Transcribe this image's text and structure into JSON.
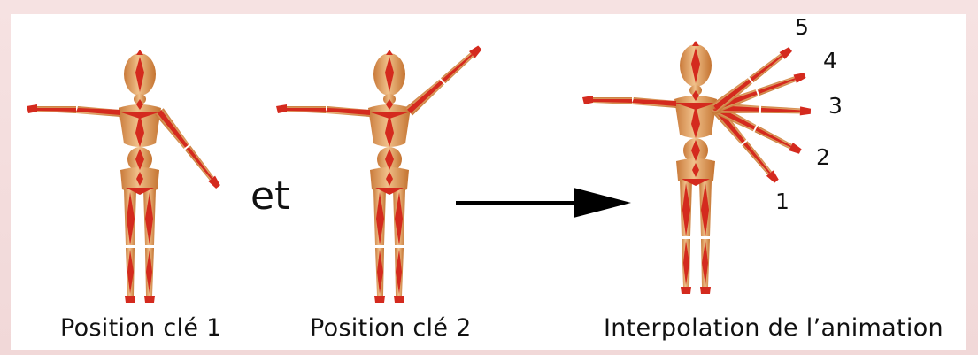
{
  "captions": {
    "key1": "Position clé 1",
    "key2": "Position clé 2",
    "interp": "Interpolation de l’animation"
  },
  "connector": "et",
  "frame_numbers": [
    "1",
    "2",
    "3",
    "4",
    "5"
  ],
  "colors": {
    "wood": "#e0a060",
    "joint_red": "#d42a1e",
    "background_pink": "#f4dede",
    "arrow": "#000000"
  }
}
